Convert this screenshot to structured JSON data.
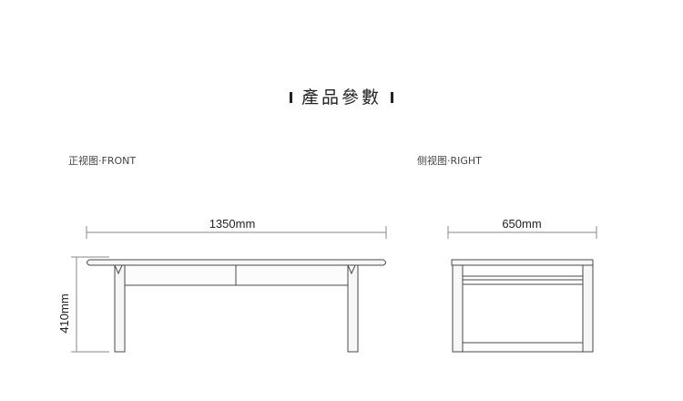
{
  "header": {
    "title": "產品參數"
  },
  "views": {
    "front": {
      "label": "正视图·FRONT",
      "width_dim": "1350mm",
      "height_dim": "410mm"
    },
    "right": {
      "label": "侧视图·RIGHT",
      "width_dim": "650mm"
    }
  },
  "colors": {
    "line": "#4a4a4a",
    "dim": "#888888"
  }
}
